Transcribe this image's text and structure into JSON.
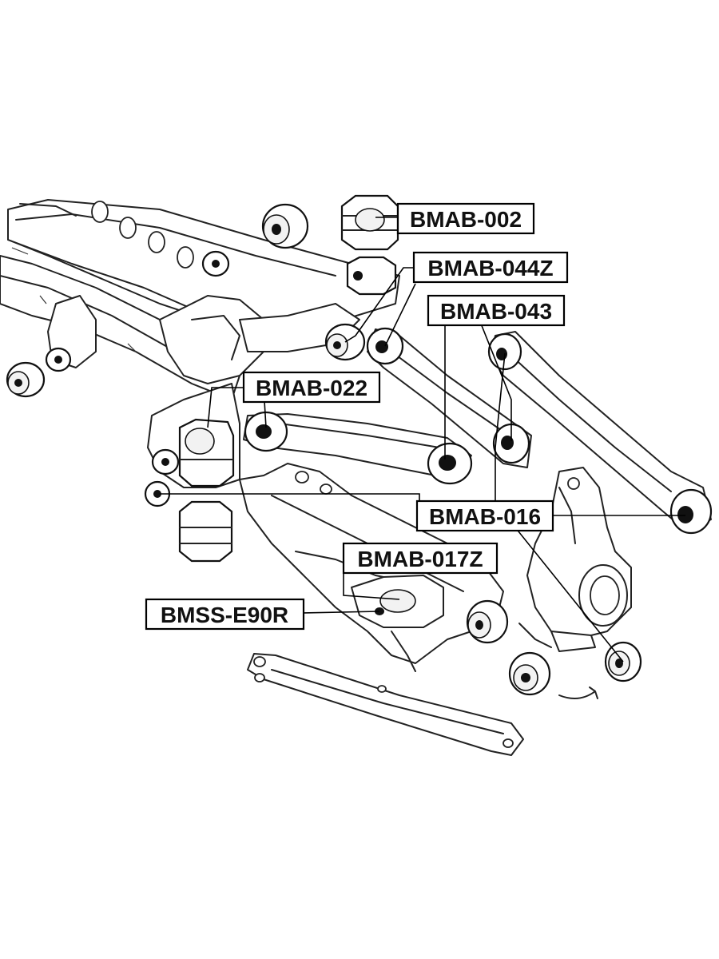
{
  "labels": {
    "bmab_002": "BMAB-002",
    "bmab_044z": "BMAB-044Z",
    "bmab_043": "BMAB-043",
    "bmab_022": "BMAB-022",
    "bmab_016": "BMAB-016",
    "bmab_017z": "BMAB-017Z",
    "bmss_e90r": "BMSS-E90R"
  },
  "colors": {
    "line": "#222222",
    "background": "#ffffff",
    "bushing_core": "#111111"
  }
}
